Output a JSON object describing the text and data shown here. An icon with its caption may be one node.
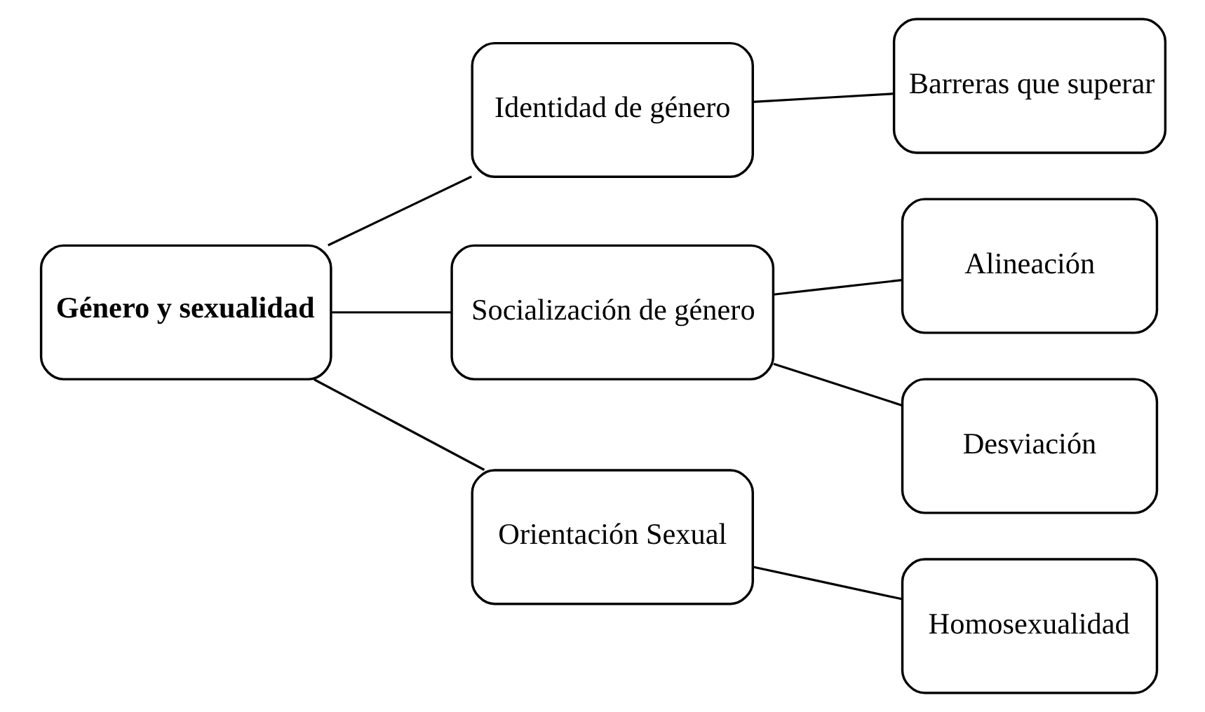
{
  "diagram": {
    "nodes": [
      {
        "text": [
          "Género y sexualidad"
        ]
      },
      {
        "text": [
          "Identidad de género"
        ]
      },
      {
        "text": [
          "Socialización de género"
        ]
      },
      {
        "text": [
          "Orientación Sexual"
        ]
      },
      {
        "text": [
          "Barreras que superar"
        ]
      },
      {
        "text": [
          "Alineación"
        ]
      },
      {
        "text": [
          "Desviación"
        ]
      },
      {
        "text": [
          "Homosexualidad"
        ]
      }
    ],
    "edges": [
      {
        "from": 0,
        "to": 1,
        "arrow": "none"
      },
      {
        "from": 0,
        "to": 2,
        "arrow": "none"
      },
      {
        "from": 0,
        "to": 3,
        "arrow": "none"
      },
      {
        "from": 1,
        "to": 4,
        "arrow": "none"
      },
      {
        "from": 2,
        "to": 5,
        "arrow": "none"
      },
      {
        "from": 2,
        "to": 6,
        "arrow": "none"
      },
      {
        "from": 3,
        "to": 7,
        "arrow": "none"
      }
    ]
  }
}
